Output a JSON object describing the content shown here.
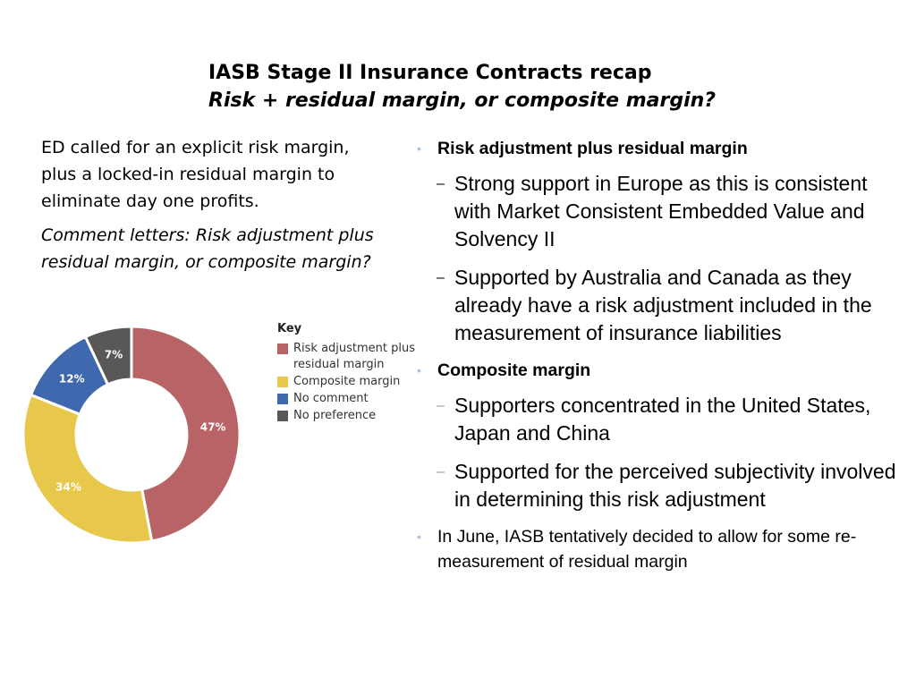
{
  "slide": {
    "title_line1": "IASB Stage II Insurance Contracts recap",
    "title_line2": "Risk + residual margin, or composite margin?",
    "left_para1": "ED called for an explicit risk margin, plus a locked-in residual margin to eliminate day one profits.",
    "left_para2": "Comment letters: Risk adjustment plus residual margin, or composite margin?",
    "bullets": {
      "b1": "Risk adjustment plus residual margin",
      "b1_sub1": "Strong support in Europe as this is consistent with Market Consistent Embedded Value and Solvency II",
      "b1_sub2": "Supported by Australia and Canada as they already have a risk adjustment included in the measurement of insurance liabilities",
      "b2": "Composite margin",
      "b2_sub1": "Supporters concentrated in the United States, Japan and China",
      "b2_sub2": "Supported for the perceived subjectivity involved in determining this risk adjustment",
      "b3": "In June, IASB tentatively decided to allow for some re-measurement of residual margin"
    }
  },
  "icons": {
    "bullet_dot": "•",
    "dash": "–"
  },
  "chart_data": {
    "type": "pie",
    "donut": true,
    "legend_title": "Key",
    "legend_position": "right",
    "categories": [
      "Risk adjustment plus residual margin",
      "Composite margin",
      "No comment",
      "No preference"
    ],
    "values": [
      47,
      34,
      12,
      7
    ],
    "labels": [
      "47%",
      "34%",
      "12%",
      "7%"
    ],
    "colors": [
      "#b86466",
      "#e8c84a",
      "#3f68ae",
      "#5a5757"
    ]
  }
}
